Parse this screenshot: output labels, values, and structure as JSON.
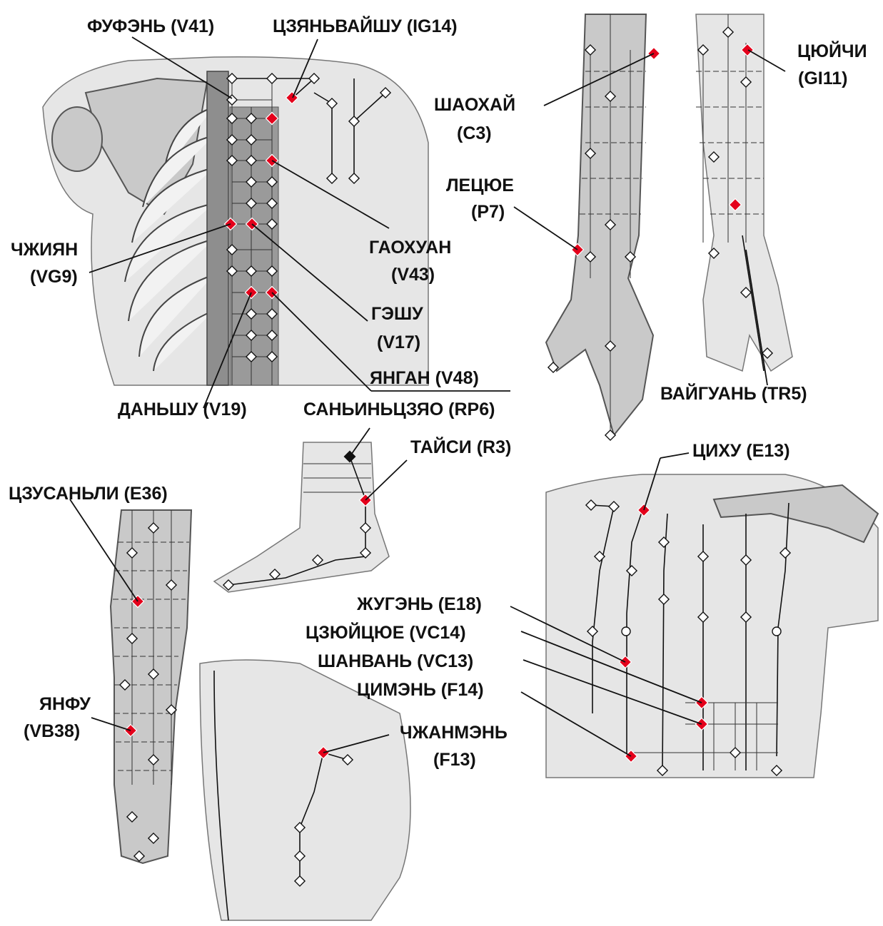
{
  "colors": {
    "active_point": "#e4001b",
    "point": "#ffffff",
    "outline": "#111111"
  },
  "labels": {
    "fufen": "ФУФЭНЬ (V41)",
    "tszyanvayshu": "ЦЗЯНЬВАЙШУ (IG14)",
    "shaohay_1": "ШАОХАЙ",
    "shaohay_2": "(С3)",
    "tsyuychi_1": "ЦЮЙЧИ",
    "tsyuychi_2": "(GI11)",
    "letsyue_1": "ЛЕЦЮЕ",
    "letsyue_2": "(Р7)",
    "chzhiyan_1": "ЧЖИЯН",
    "chzhiyan_2": "(VG9)",
    "gaohuan_1": "ГАОХУАН",
    "gaohuan_2": "(V43)",
    "geshu_1": "ГЭШУ",
    "geshu_2": "(V17)",
    "yangan": "ЯНГАН (V48)",
    "vayguan": "ВАЙГУАНЬ (TR5)",
    "danshu": "ДАНЬШУ (V19)",
    "sanyintszyao": "САНЬИНЬЦЗЯО (RP6)",
    "taysi": "ТАЙСИ (R3)",
    "tsihu": "ЦИХУ (Е13)",
    "tszusanli": "ЦЗУСАНЬЛИ (Е36)",
    "zhugen": "ЖУГЭНЬ (Е18)",
    "tszyuytsyue": "ЦЗЮЙЦЮЕ (VC14)",
    "shanvan": "ШАНВАНЬ (VC13)",
    "tsimen": "ЦИМЭНЬ (F14)",
    "yanfu_1": "ЯНФУ",
    "yanfu_2": "(VB38)",
    "chzhanmen_1": "ЧЖАНМЭНЬ",
    "chzhanmen_2": "(F13)"
  }
}
